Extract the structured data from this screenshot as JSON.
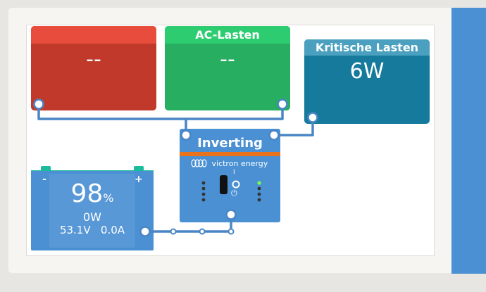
{
  "tiles": {
    "unlabeled": {
      "title": "",
      "value": "--"
    },
    "ac_loads": {
      "title": "AC-Lasten",
      "value": "--"
    },
    "critical_loads": {
      "title": "Kritische Lasten",
      "value": "6W"
    }
  },
  "battery": {
    "soc_value": "98",
    "soc_unit": "%",
    "power": "0W",
    "voltage": "53.1V",
    "current": "0.0A",
    "minus_label": "-",
    "plus_label": "+"
  },
  "inverter": {
    "state": "Inverting",
    "brand": "victron energy",
    "power_symbol": "⏻",
    "on_symbol": "I"
  },
  "colors": {
    "red_tile": "#c0392b",
    "green_tile": "#27ae60",
    "critical_tile": "#167a9c",
    "battery": "#4a90d3",
    "inverter": "#4a90d3",
    "accent_orange": "#e8731b",
    "line": "#4a86c5"
  }
}
